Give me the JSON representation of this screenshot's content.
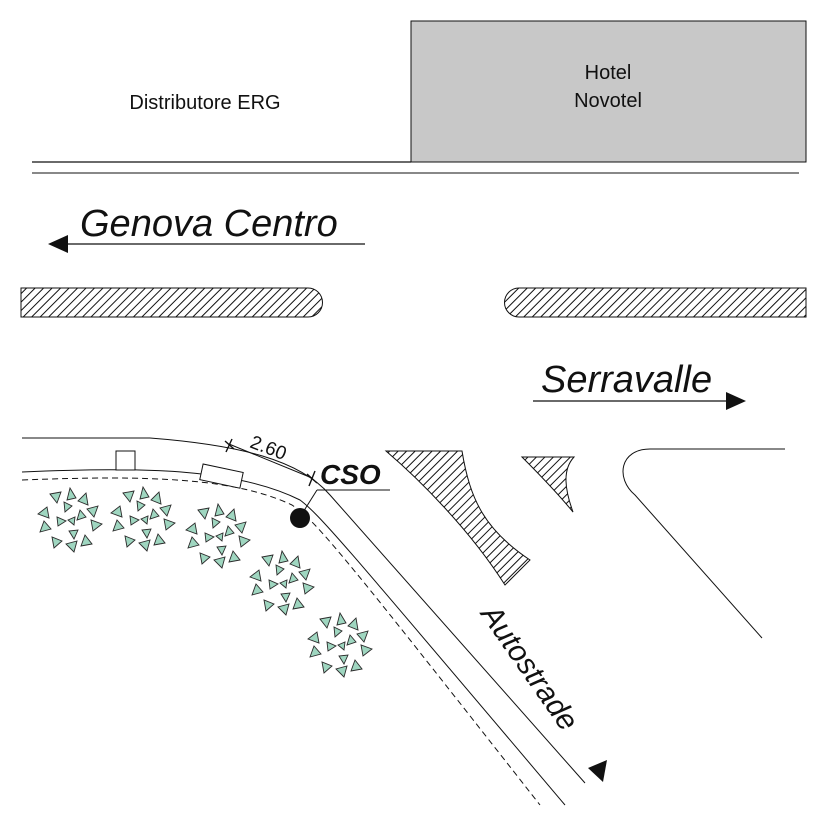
{
  "places": {
    "left_building": "Distributore ERG",
    "hotel_line1": "Hotel",
    "hotel_line2": "Novotel"
  },
  "directions": {
    "genova": "Genova Centro",
    "serravalle": "Serravalle",
    "autostrade": "Autostrade"
  },
  "annotations": {
    "distance": "2.60",
    "point_label": "CSO"
  },
  "colors": {
    "hotel_fill": "#c8c8c8",
    "tree_fill": "#9fd6c0",
    "line": "#111111"
  },
  "icons": [
    "arrow-left-icon",
    "arrow-right-icon",
    "arrow-down-right-icon",
    "tree-icon",
    "manhole-icon"
  ]
}
